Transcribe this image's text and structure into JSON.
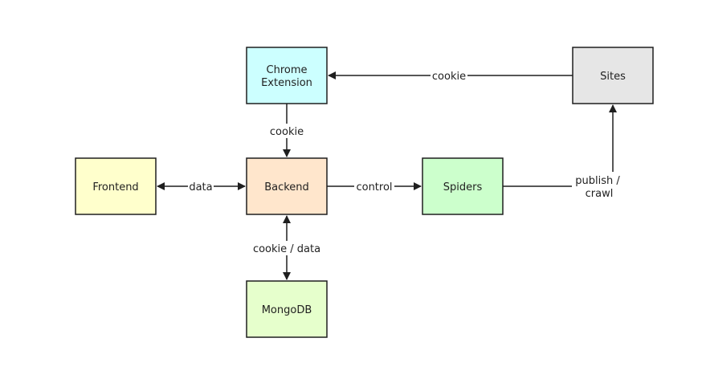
{
  "nodes": {
    "chrome_extension": {
      "label_line1": "Chrome",
      "label_line2": "Extension",
      "fill": "#ccffff"
    },
    "sites": {
      "label": "Sites",
      "fill": "#e6e6e6"
    },
    "frontend": {
      "label": "Frontend",
      "fill": "#ffffcc"
    },
    "backend": {
      "label": "Backend",
      "fill": "#ffe6cc"
    },
    "spiders": {
      "label": "Spiders",
      "fill": "#ccffcc"
    },
    "mongodb": {
      "label": "MongoDB",
      "fill": "#e6ffcc"
    }
  },
  "edges": {
    "sites_to_extension": {
      "label": "cookie"
    },
    "extension_to_backend": {
      "label": "cookie"
    },
    "frontend_backend": {
      "label": "data"
    },
    "backend_to_spiders": {
      "label": "control"
    },
    "backend_mongodb": {
      "label": "cookie / data"
    },
    "spiders_to_sites": {
      "label_line1": "publish /",
      "label_line2": "crawl"
    }
  },
  "colors": {
    "stroke": "#1f1f1f",
    "background": "#ffffff"
  }
}
